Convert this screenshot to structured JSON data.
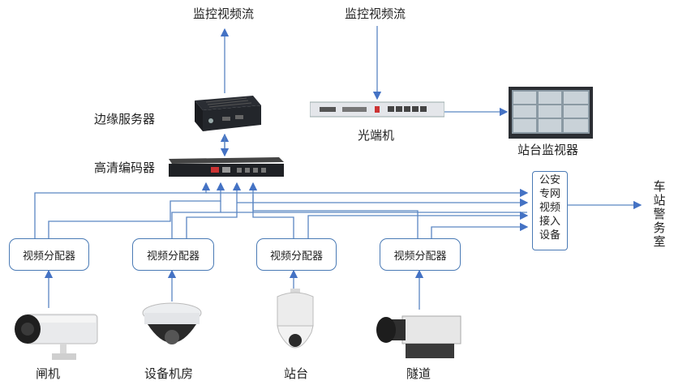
{
  "top_labels": {
    "left": "监控视频流",
    "right": "监控视频流"
  },
  "devices": {
    "edge_server": "边缘服务器",
    "hd_encoder": "高清编码器",
    "optical_terminal": "光端机",
    "station_monitor": "站台监视器"
  },
  "psb_lines": [
    "公安",
    "专网",
    "视频",
    "接入",
    "设备"
  ],
  "destination": "车站警务室",
  "splitters": [
    "视频分配器",
    "视频分配器",
    "视频分配器",
    "视频分配器"
  ],
  "cameras": [
    "闸机",
    "设备机房",
    "站台",
    "隧道"
  ],
  "colors": {
    "line": "#4a7ab5",
    "arrow": "#4472c4"
  }
}
